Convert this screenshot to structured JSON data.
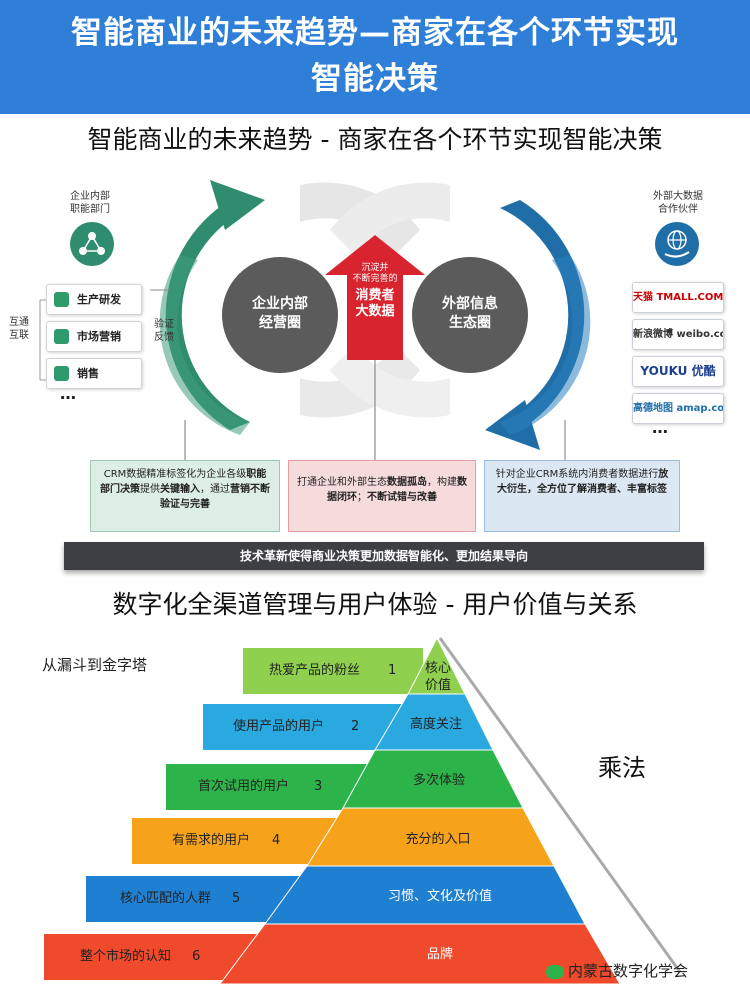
{
  "banner": {
    "line1": "智能商业的未来趋势—商家在各个环节实现",
    "line2": "智能决策"
  },
  "section1": {
    "title": "智能商业的未来趋势 - 商家在各个环节实现智能决策",
    "left_caption": "企业内部\n职能部门",
    "right_caption": "外部大数据\n合作伙伴",
    "left_side_label": "互通\n互联",
    "verify_label": "验证\n反馈",
    "left_items": [
      "生产研发",
      "市场营销",
      "销售"
    ],
    "left_ellipsis": "…",
    "right_partners": [
      "天猫 TMALL.COM",
      "新浪微博 weibo.com",
      "YOUKU 优酷",
      "高德地图 amap.com"
    ],
    "right_ellipsis": "…",
    "left_circle": "企业内部\n经营圈",
    "right_circle": "外部信息\n生态圈",
    "center_top": "沉淀并\n不断完善的",
    "center_main": "消费者\n大数据",
    "box_left_parts": [
      "CRM数据精准标签化为企业各级",
      "职能部门决策",
      "提供",
      "关键输入",
      "，通过",
      "营销不断验证与完善"
    ],
    "box_mid_parts": [
      "打通企业和外部生态",
      "数据孤岛",
      "，构建",
      "数据闭环",
      "；",
      "不断试错与改善"
    ],
    "box_right_parts": [
      "针对企业CRM系统内消费者数据进行",
      "放大衍生，全方位了解消费者、丰富标签"
    ],
    "bottom_bar": "技术革新使得商业决策更加数据智能化、更加结果导向",
    "colors": {
      "green": "#2f8c6e",
      "blue": "#1f6ea8",
      "red": "#d8242f",
      "gray": "#5b5b5b",
      "bar": "#3d3f43"
    }
  },
  "section2": {
    "title": "数字化全渠道管理与用户体验 - 用户价值与关系",
    "subtitle": "从漏斗到金字塔",
    "multiply": "乘法",
    "steps": [
      {
        "label": "热爱产品的粉丝",
        "num": "1",
        "tier": "核心\n价值",
        "color": "#8fd14f"
      },
      {
        "label": "使用产品的用户",
        "num": "2",
        "tier": "高度关注",
        "color": "#29a9e0"
      },
      {
        "label": "首次试用的用户",
        "num": "3",
        "tier": "多次体验",
        "color": "#2cb34a"
      },
      {
        "label": "有需求的用户",
        "num": "4",
        "tier": "充分的入口",
        "color": "#f7a21b"
      },
      {
        "label": "核心匹配的人群",
        "num": "5",
        "tier": "习惯、文化及价值",
        "color": "#1f7fd0"
      },
      {
        "label": "整个市场的认知",
        "num": "6",
        "tier": "品牌",
        "color": "#ee4a2b"
      }
    ]
  },
  "watermark": "内蒙古数字化学会"
}
